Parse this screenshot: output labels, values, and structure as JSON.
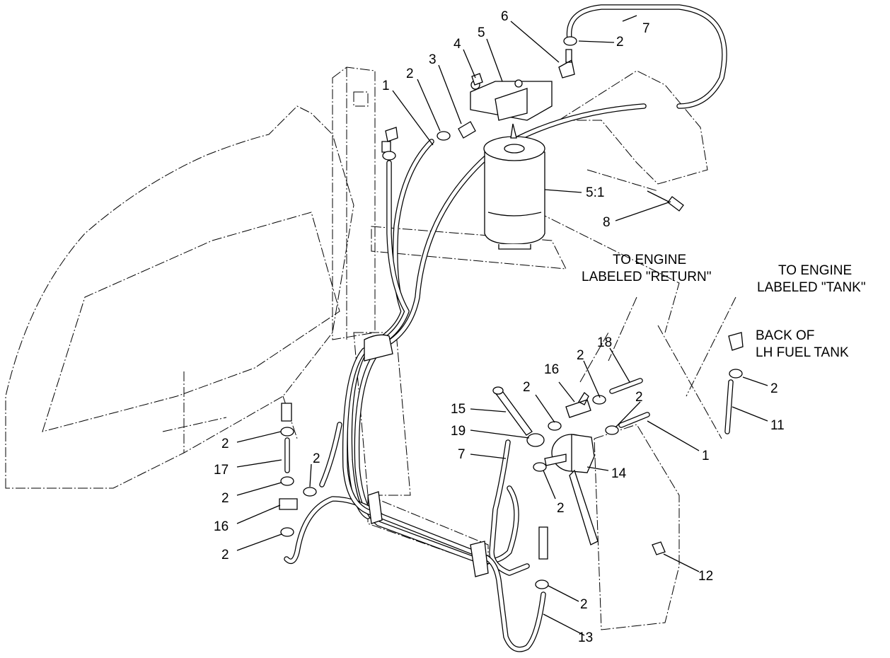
{
  "callouts": {
    "c1a": "1",
    "c2a": "2",
    "c3": "3",
    "c4": "4",
    "c5": "5",
    "c6": "6",
    "c2b": "2",
    "c7a": "7",
    "c51": "5:1",
    "c8": "8",
    "c18": "18",
    "c2c": "2",
    "c16a": "16",
    "c2d": "2",
    "c2e": "2",
    "c15": "15",
    "c19": "19",
    "c7b": "7",
    "c14": "14",
    "c1b": "1",
    "c2f": "2",
    "c11": "11",
    "c2g": "2",
    "c2h": "2",
    "c17": "17",
    "c2i": "2",
    "c2j": "2",
    "c16b": "16",
    "c2k": "2",
    "c12": "12",
    "c2l": "2",
    "c13": "13"
  },
  "notes": {
    "return_line1": "TO ENGINE",
    "return_line2": "LABELED \"RETURN\"",
    "tank_line1": "TO ENGINE",
    "tank_line2": "LABELED \"TANK\"",
    "back_line1": "BACK OF",
    "back_line2": "LH FUEL TANK"
  }
}
